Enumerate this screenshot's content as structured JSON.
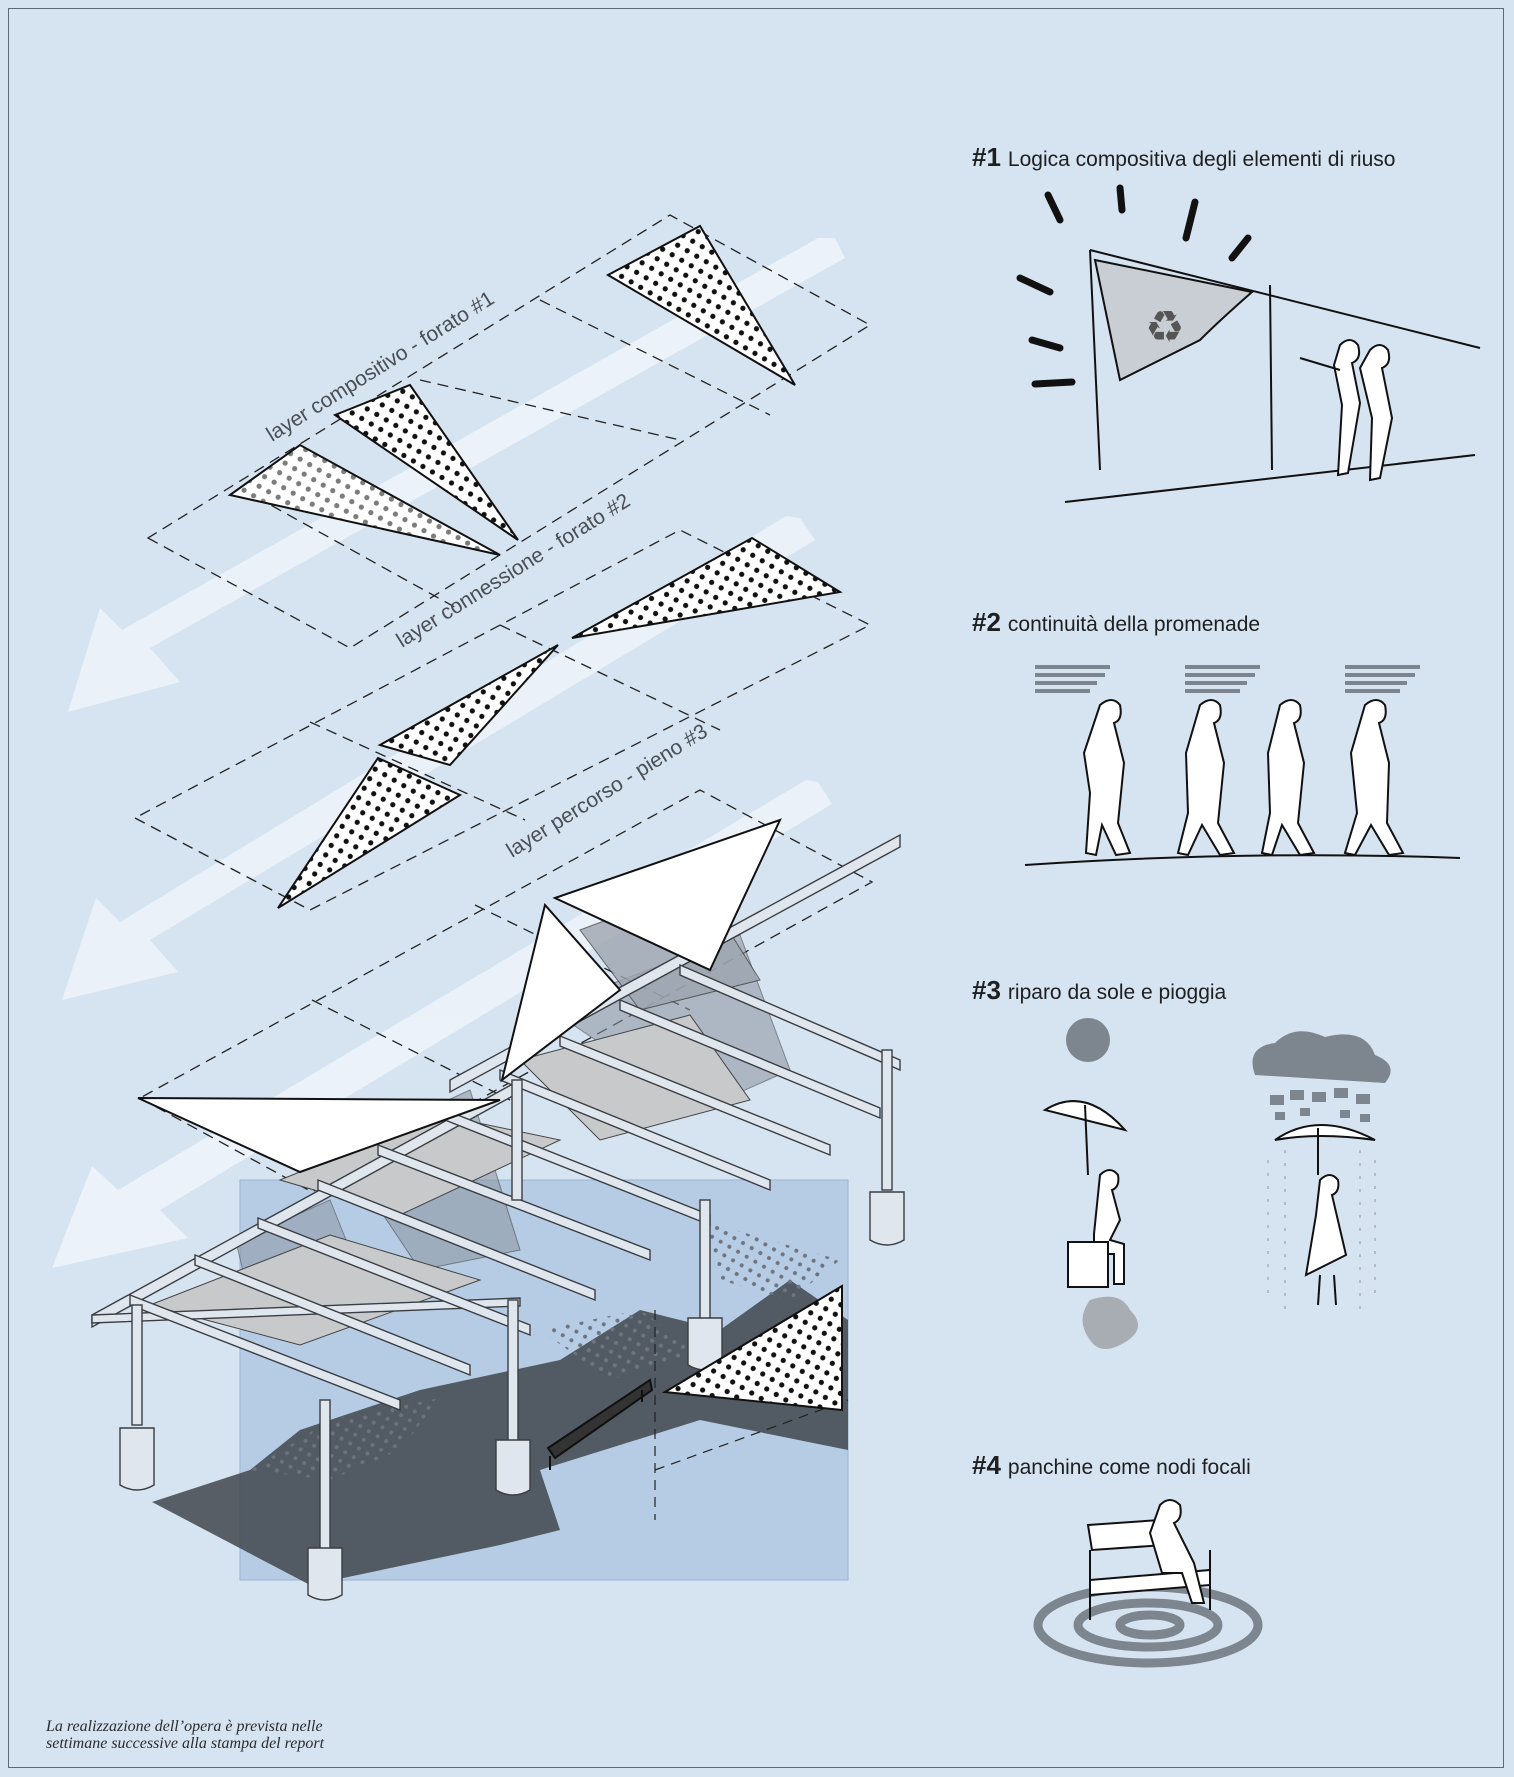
{
  "layers": [
    {
      "label": "layer compositivo - forato #1"
    },
    {
      "label": "layer connessione - forato #2"
    },
    {
      "label": "layer percorso - pieno #3"
    }
  ],
  "legend": [
    {
      "number": "#1",
      "text": "Logica compositiva degli elementi di riuso"
    },
    {
      "number": "#2",
      "text": "continuità della promenade"
    },
    {
      "number": "#3",
      "text": "riparo da sole e pioggia"
    },
    {
      "number": "#4",
      "text": "panchine come nodi focali"
    }
  ],
  "footnote": {
    "line1": "La realizzazione dell’opera è prevista nelle",
    "line2": "settimane successive alla stampa del report"
  },
  "colors": {
    "background": "#d6e3f0",
    "arrow": "#eef4fa",
    "shade": "#9aa7b6",
    "ground": "#b3c9e2",
    "ink": "#1e1f21"
  }
}
